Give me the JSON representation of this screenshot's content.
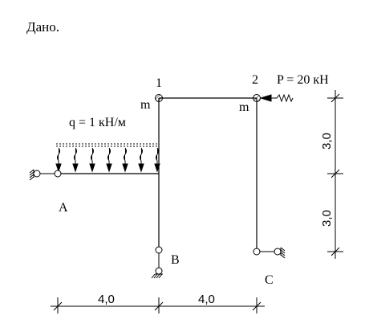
{
  "heading": "Дано.",
  "labels": {
    "node1": "1",
    "node2": "2",
    "m1": "m",
    "m2": "m",
    "A": "A",
    "B": "B",
    "C": "C"
  },
  "load_q": "q = 1 кН/м",
  "load_P": "P = 20 кН",
  "dimensions": {
    "horizontal": [
      "4,0",
      "4,0"
    ],
    "vertical": [
      "3,0",
      "3,0"
    ]
  }
}
